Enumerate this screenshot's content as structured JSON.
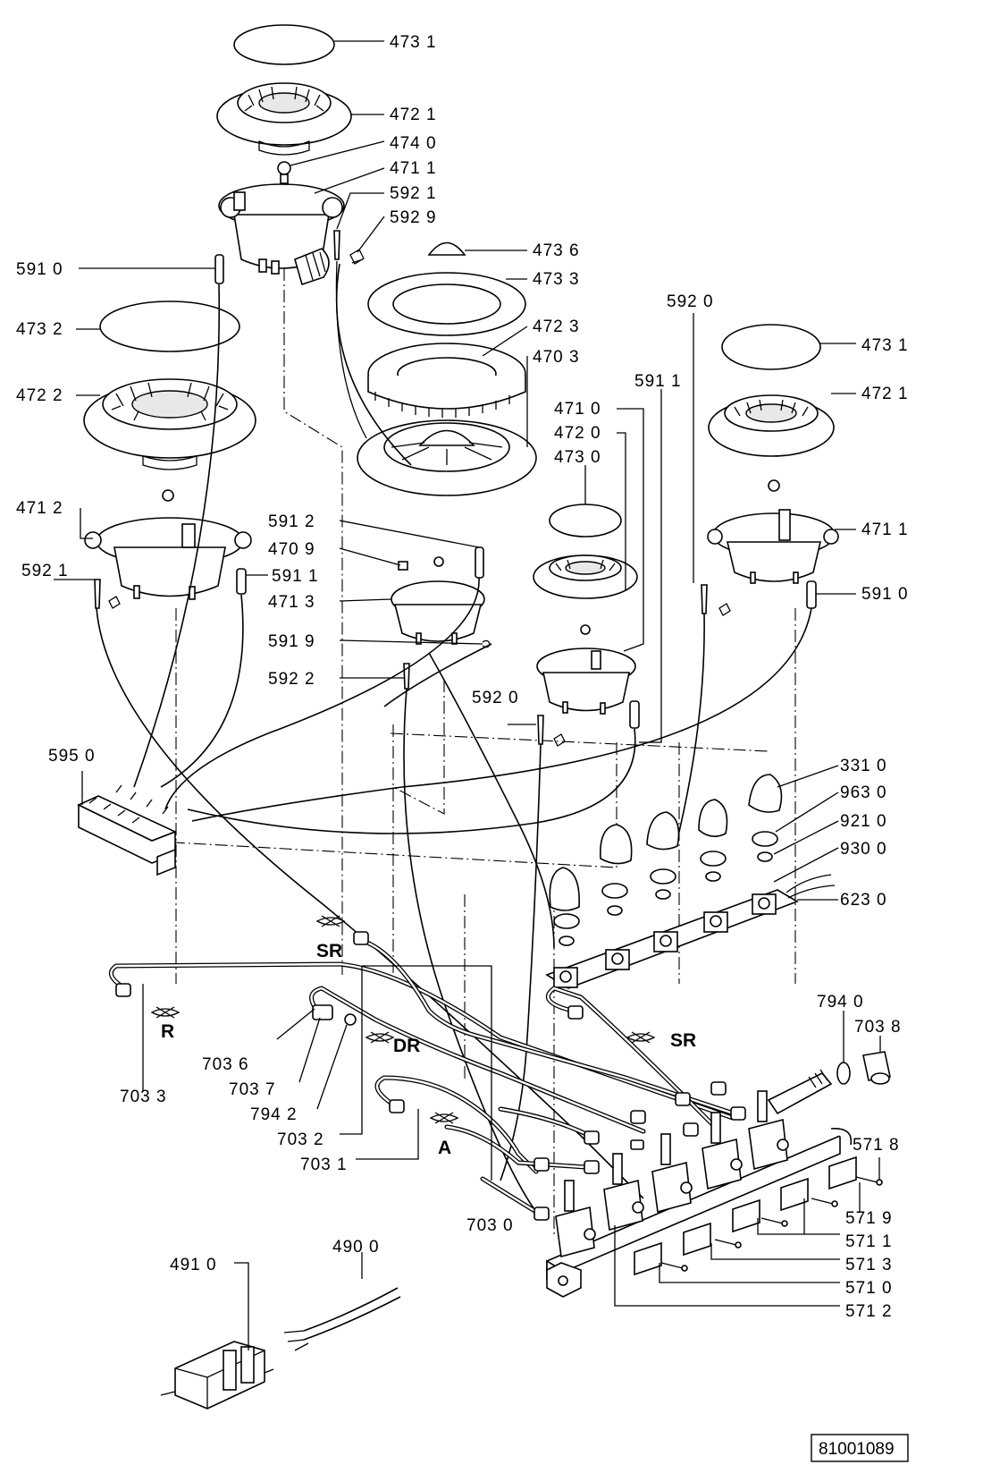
{
  "callouts": [
    {
      "id": "473-1-top",
      "text": "473 1"
    },
    {
      "id": "472-1-top",
      "text": "472 1"
    },
    {
      "id": "474-0",
      "text": "474 0"
    },
    {
      "id": "471-1-top",
      "text": "471 1"
    },
    {
      "id": "592-1-top",
      "text": "592 1"
    },
    {
      "id": "592-9",
      "text": "592 9"
    },
    {
      "id": "473-6",
      "text": "473 6"
    },
    {
      "id": "473-3",
      "text": "473 3"
    },
    {
      "id": "591-0-left",
      "text": "591 0"
    },
    {
      "id": "473-2",
      "text": "473 2"
    },
    {
      "id": "592-0-top",
      "text": "592 0"
    },
    {
      "id": "472-3",
      "text": "472 3"
    },
    {
      "id": "473-1-right",
      "text": "473 1"
    },
    {
      "id": "470-3",
      "text": "470 3"
    },
    {
      "id": "472-2",
      "text": "472 2"
    },
    {
      "id": "591-1-mid",
      "text": "591 1"
    },
    {
      "id": "472-1-right",
      "text": "472 1"
    },
    {
      "id": "471-0",
      "text": "471 0"
    },
    {
      "id": "472-0",
      "text": "472 0"
    },
    {
      "id": "473-0",
      "text": "473 0"
    },
    {
      "id": "471-2",
      "text": "471 2"
    },
    {
      "id": "591-2",
      "text": "591 2"
    },
    {
      "id": "471-1-right",
      "text": "471 1"
    },
    {
      "id": "470-9",
      "text": "470 9"
    },
    {
      "id": "592-1-left",
      "text": "592 1"
    },
    {
      "id": "591-1-left",
      "text": "591 1"
    },
    {
      "id": "471-3",
      "text": "471 3"
    },
    {
      "id": "591-0-right",
      "text": "591 0"
    },
    {
      "id": "591-9",
      "text": "591 9"
    },
    {
      "id": "592-2",
      "text": "592 2"
    },
    {
      "id": "592-0-mid",
      "text": "592 0"
    },
    {
      "id": "595-0",
      "text": "595 0"
    },
    {
      "id": "331-0",
      "text": "331 0"
    },
    {
      "id": "963-0",
      "text": "963 0"
    },
    {
      "id": "921-0",
      "text": "921 0"
    },
    {
      "id": "930-0",
      "text": "930 0"
    },
    {
      "id": "623-0",
      "text": "623 0"
    },
    {
      "id": "794-0",
      "text": "794 0"
    },
    {
      "id": "703-8",
      "text": "703 8"
    },
    {
      "id": "703-6",
      "text": "703 6"
    },
    {
      "id": "703-7",
      "text": "703 7"
    },
    {
      "id": "794-2",
      "text": "794 2"
    },
    {
      "id": "703-3",
      "text": "703 3"
    },
    {
      "id": "703-2",
      "text": "703 2"
    },
    {
      "id": "703-1",
      "text": "703 1"
    },
    {
      "id": "571-8",
      "text": "571 8"
    },
    {
      "id": "571-9",
      "text": "571 9"
    },
    {
      "id": "571-1",
      "text": "571 1"
    },
    {
      "id": "571-3",
      "text": "571 3"
    },
    {
      "id": "571-0",
      "text": "571 0"
    },
    {
      "id": "571-2",
      "text": "571 2"
    },
    {
      "id": "703-0",
      "text": "703 0"
    },
    {
      "id": "490-0",
      "text": "490 0"
    },
    {
      "id": "491-0",
      "text": "491 0"
    }
  ],
  "burner_codes": {
    "sr_upper": "SR",
    "r": "R",
    "dr": "DR",
    "sr_lower": "SR",
    "a": "A"
  },
  "drawing_number": "81001089"
}
